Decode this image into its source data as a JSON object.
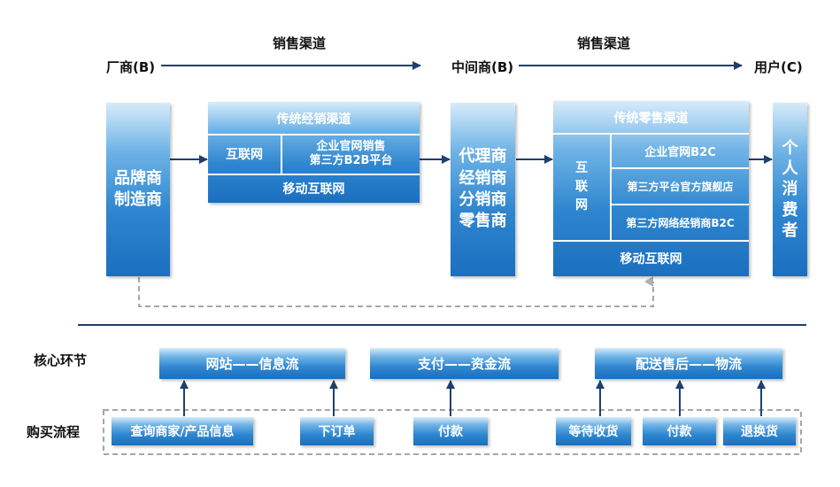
{
  "header": {
    "sales_channel_1": "销售渠道",
    "sales_channel_2": "销售渠道",
    "manufacturer": "厂商(B)",
    "middleman": "中间商(B)",
    "user": "用户(C)"
  },
  "boxes": {
    "brand_maker": [
      "品牌商",
      "制造商"
    ],
    "channel1": {
      "top": "传统经销渠道",
      "left": "互联网",
      "right": [
        "企业官网销售",
        "第三方B2B平台"
      ],
      "bottom": "移动互联网"
    },
    "agents": [
      "代理商",
      "经销商",
      "分销商",
      "零售商"
    ],
    "channel2": {
      "top": "传统零售渠道",
      "left": [
        "互",
        "联",
        "网"
      ],
      "right": [
        "企业官网B2C",
        "第三方平台官方旗舰店",
        "第三方网络经销商B2C"
      ],
      "bottom": "移动互联网"
    },
    "consumer": [
      "个",
      "人",
      "消",
      "费",
      "者"
    ]
  },
  "core": {
    "label": "核心环节",
    "items": [
      "网站——信息流",
      "支付——资金流",
      "配送售后——物流"
    ]
  },
  "purchase": {
    "label": "购买流程",
    "steps": [
      "查询商家/产品信息",
      "下订单",
      "付款",
      "等待收货",
      "付款",
      "退换货"
    ]
  },
  "colors": {
    "arrow": "#1f3f6e",
    "box_top": "#d7ecfa",
    "box_bottom": "#1a6fbf",
    "divider": "#1f3f6e",
    "dashed": "#a6a6a6"
  }
}
